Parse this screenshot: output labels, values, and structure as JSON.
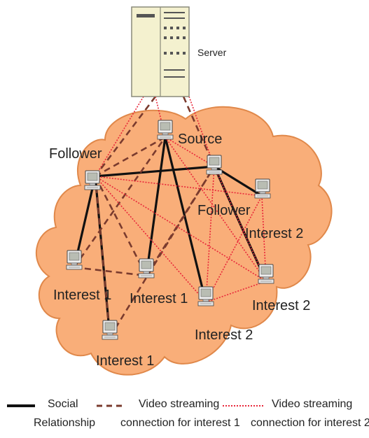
{
  "server_label": "Server",
  "node_labels": {
    "source": "Source",
    "follower_left": "Follower",
    "follower_right": "Follower",
    "interest_2_top_right": "Interest 2",
    "interest_1_left": "Interest 1",
    "interest_1_center": "Interest 1",
    "interest_2_center": "Interest 2",
    "interest_2_right": "Interest 2",
    "interest_1_bottom": "Interest 1"
  },
  "legend": {
    "social": {
      "line1": "Social",
      "line2": "Relationship"
    },
    "interest1": {
      "line1": "Video streaming",
      "line2": "connection for interest 1"
    },
    "interest2": {
      "line1": "Video streaming",
      "line2": "connection for interest 2"
    }
  },
  "colors": {
    "cloud_fill": "#f9ae79",
    "cloud_stroke": "#e0884a",
    "social": "#111111",
    "interest1": "#7a3b2e",
    "interest2": "#e8273a",
    "server_fill": "#f4f1cf"
  },
  "icons": {
    "server": "server-icon",
    "computer": "computer-icon",
    "cloud": "cloud-shape"
  }
}
